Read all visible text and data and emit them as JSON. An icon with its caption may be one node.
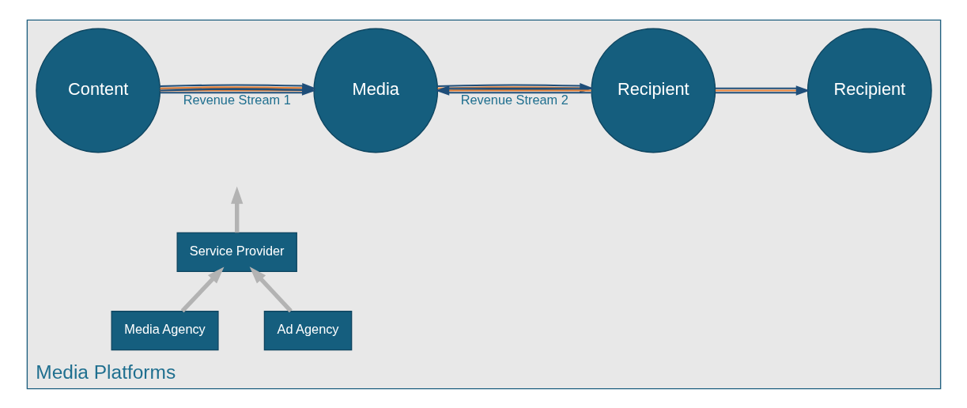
{
  "diagram": {
    "nodes": [
      {
        "text": [
          "Media Platforms"
        ]
      },
      {
        "text": [
          "Content"
        ],
        "in": 0
      },
      {
        "text": [
          "Media"
        ],
        "in": 0
      },
      {
        "text": [
          "Recipient"
        ],
        "in": 0
      },
      {
        "text": [
          "Recipient"
        ],
        "in": 0
      },
      {
        "text": [
          "Service Provider"
        ],
        "in": 0
      },
      {
        "text": [
          "Ad Agency"
        ],
        "in": 0
      },
      {
        "text": [
          "Media Agency"
        ],
        "in": 0
      }
    ],
    "edges": [
      {
        "from": 1,
        "to": 2,
        "arrow": "to",
        "label": "Revenue Stream 1"
      },
      {
        "from": 1,
        "to": 2,
        "arrow": "to"
      },
      {
        "from": 3,
        "to": 2,
        "arrow": "to",
        "label": "Revenue Stream 2"
      },
      {
        "from": 2,
        "to": 3,
        "arrow": "to"
      },
      {
        "from": 3,
        "to": 4,
        "arrow": "to"
      },
      {
        "from": 5,
        "to": null,
        "arrow": "to",
        "style": "thick",
        "color": "#b3b3b3"
      },
      {
        "from": 6,
        "to": 5,
        "arrow": "to",
        "style": "thick",
        "color": "#b3b3b3"
      },
      {
        "from": 7,
        "to": 5,
        "arrow": "to",
        "style": "thick",
        "color": "#b3b3b3"
      }
    ]
  }
}
